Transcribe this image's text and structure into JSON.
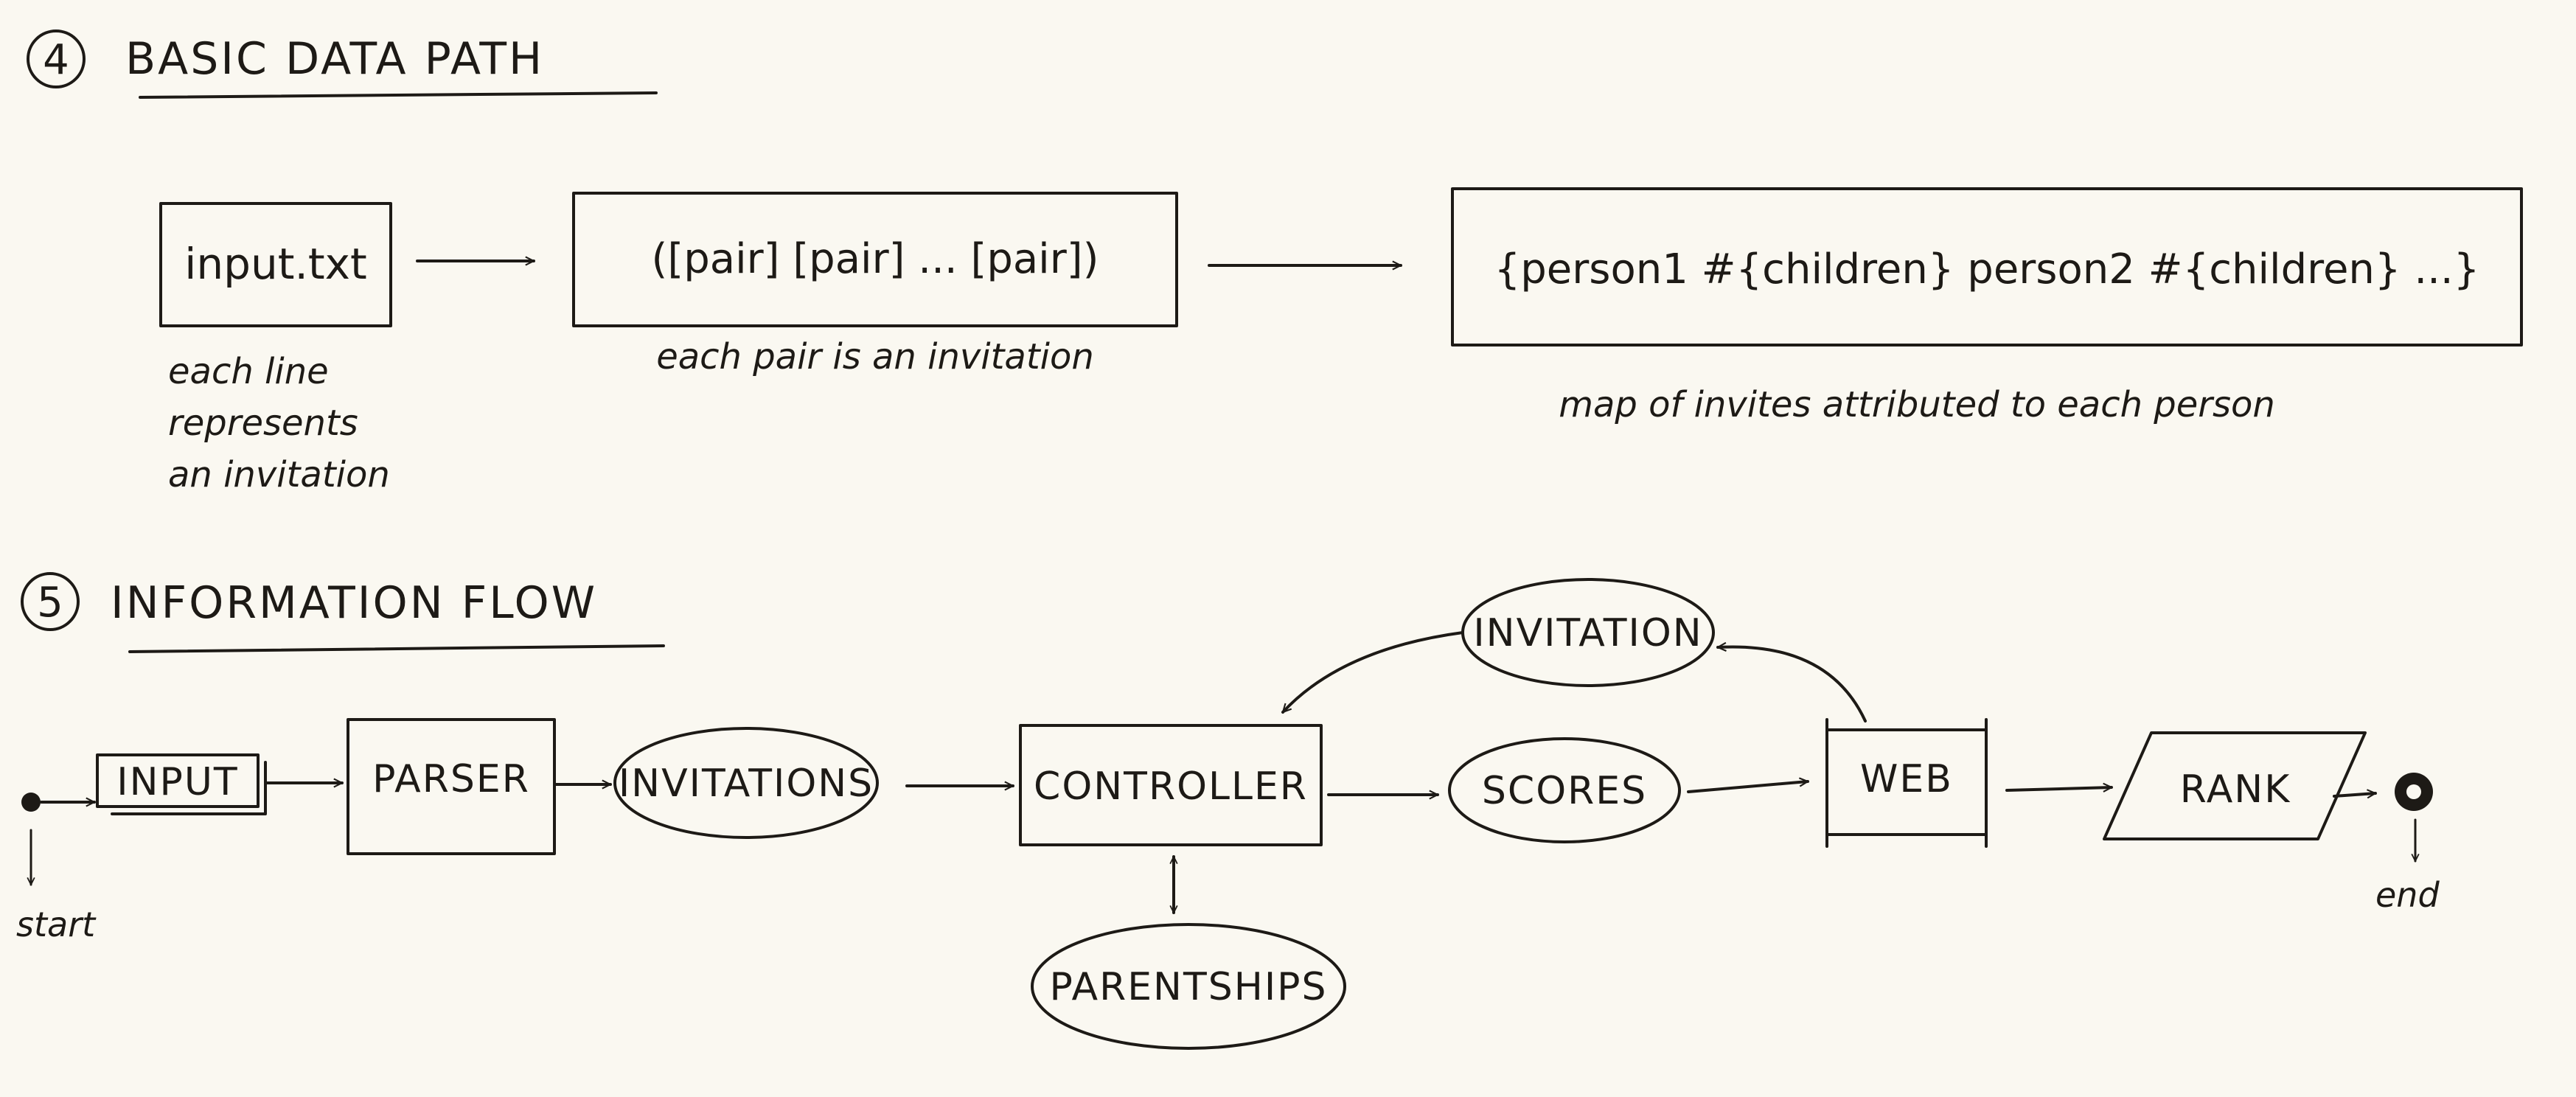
{
  "section4": {
    "number": "4",
    "title": "BASIC DATA PATH",
    "input_box": "input.txt",
    "input_caption": [
      "each line",
      "represents",
      "an invitation"
    ],
    "pairs_box": "([pair] [pair] ... [pair])",
    "pairs_caption": "each pair is an invitation",
    "map_box": "{person1 #{children} person2 #{children} ...}",
    "map_caption": "map of invites attributed to each person"
  },
  "section5": {
    "number": "5",
    "title": "INFORMATION FLOW",
    "start_label": "start",
    "end_label": "end",
    "nodes": {
      "input": "INPUT",
      "parser": "PARSER",
      "invitations": "INVITATIONS",
      "controller": "CONTROLLER",
      "parentships": "PARENTSHIPS",
      "scores": "SCORES",
      "web": "WEB",
      "invitation": "INVITATION",
      "rank": "RANK"
    }
  }
}
